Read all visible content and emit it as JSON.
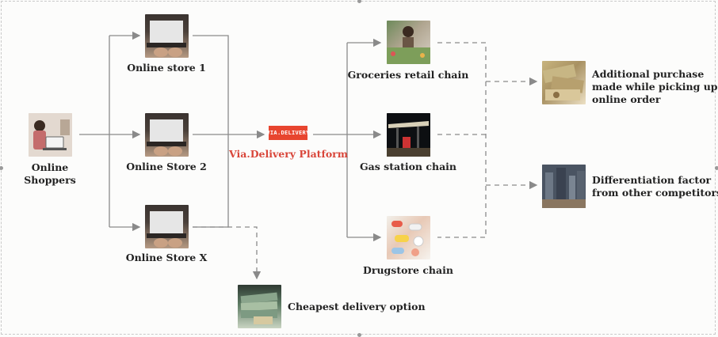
{
  "platform": {
    "label": "Via.Delivery Platform",
    "logo_text": "VIA.DELIVERY",
    "logo_color": "#e8452f",
    "label_color": "#d9463a"
  },
  "shoppers": {
    "label_line1": "Online",
    "label_line2": "Shoppers",
    "icon": "shopper-photo"
  },
  "stores": [
    {
      "label": "Online store 1",
      "icon": "laptop-photo"
    },
    {
      "label": "Online Store 2",
      "icon": "laptop-photo"
    },
    {
      "label": "Online Store X",
      "icon": "laptop-photo"
    }
  ],
  "cheapest": {
    "label": "Cheapest delivery option",
    "icon": "cash-photo"
  },
  "chains": [
    {
      "label": "Groceries retail chain",
      "icon": "grocery-photo"
    },
    {
      "label": "Gas station chain",
      "icon": "gas-station-photo"
    },
    {
      "label": "Drugstore chain",
      "icon": "pharmacy-photo"
    }
  ],
  "benefits": [
    {
      "line1": "Additional purchase",
      "line2": "made while picking up",
      "line3": "online order",
      "icon": "money-photo"
    },
    {
      "line1": "Differentiation factor",
      "line2": "from other competitors",
      "icon": "city-photo"
    }
  ],
  "colors": {
    "arrow": "#8a8a8a",
    "text": "#222222",
    "background": "#fcfcfb"
  }
}
